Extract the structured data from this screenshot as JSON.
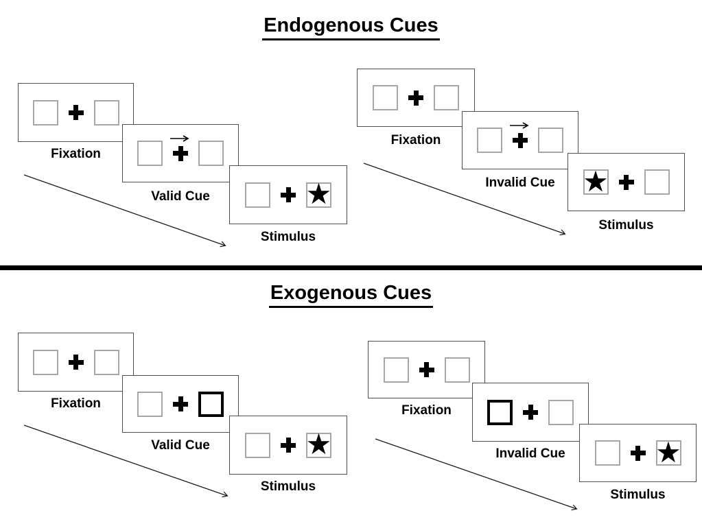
{
  "diagram_type": "posner-cueing-paradigm",
  "colors": {
    "background": "#ffffff",
    "panel_border": "#4d4d4d",
    "placeholder_box_border": "#a6a6a6",
    "cue_highlight_border": "#000000",
    "ink": "#000000"
  },
  "glyphs": {
    "star": "★"
  },
  "sections": [
    {
      "title": "Endogenous Cues",
      "cue_style": "central-arrow",
      "sequences": [
        {
          "validity": "valid",
          "cue_direction": "right",
          "stimulus_side": "right",
          "panels": [
            {
              "type": "fixation",
              "label": "Fixation"
            },
            {
              "type": "cue",
              "label": "Valid Cue"
            },
            {
              "type": "stimulus",
              "label": "Stimulus"
            }
          ]
        },
        {
          "validity": "invalid",
          "cue_direction": "right",
          "stimulus_side": "left",
          "panels": [
            {
              "type": "fixation",
              "label": "Fixation"
            },
            {
              "type": "cue",
              "label": "Invalid Cue"
            },
            {
              "type": "stimulus",
              "label": "Stimulus"
            }
          ]
        }
      ]
    },
    {
      "title": "Exogenous Cues",
      "cue_style": "peripheral-box",
      "sequences": [
        {
          "validity": "valid",
          "cued_side": "right",
          "stimulus_side": "right",
          "panels": [
            {
              "type": "fixation",
              "label": "Fixation"
            },
            {
              "type": "cue",
              "label": "Valid Cue"
            },
            {
              "type": "stimulus",
              "label": "Stimulus"
            }
          ]
        },
        {
          "validity": "invalid",
          "cued_side": "left",
          "stimulus_side": "right",
          "panels": [
            {
              "type": "fixation",
              "label": "Fixation"
            },
            {
              "type": "cue",
              "label": "Invalid Cue"
            },
            {
              "type": "stimulus",
              "label": "Stimulus"
            }
          ]
        }
      ]
    }
  ]
}
